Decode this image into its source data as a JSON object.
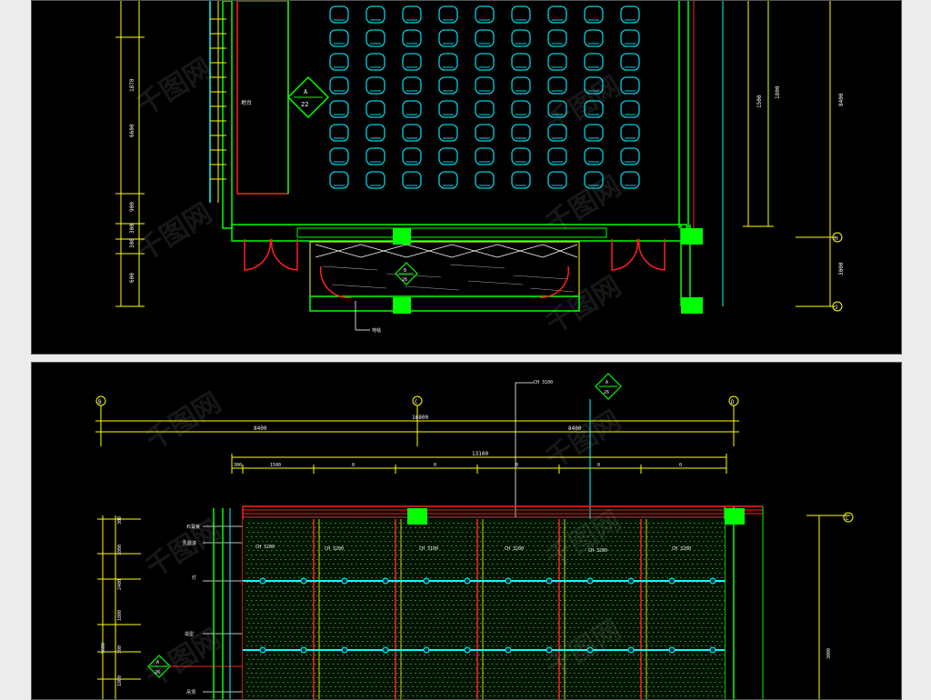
{
  "watermark": "千图网",
  "colors": {
    "background": "#000000",
    "wall": "#00ff00",
    "dimension": "#ffff00",
    "door": "#ff2020",
    "chair": "#00d0e0",
    "column": "#00ff00",
    "grid_line": "#00ffff"
  },
  "top_plan": {
    "symbol_left": {
      "top": "A",
      "bottom": "22"
    },
    "symbol_center": {
      "top": "B",
      "bottom": "26"
    },
    "grid_bubbles": [
      "H",
      "J"
    ],
    "room_note": "地台",
    "note_bottom": "地毯",
    "dims_left": [
      "1870",
      "6600",
      "900",
      "300",
      "300",
      "600"
    ],
    "dims_right": [
      "1500",
      "1800",
      "8400",
      "3000"
    ]
  },
  "bottom_plan": {
    "callout_top": "CH 3100",
    "symbol_top": {
      "top": "A",
      "bottom": "26"
    },
    "symbol_left": {
      "top": "A",
      "bottom": "26"
    },
    "grid_bubbles_top": [
      "B",
      "C",
      "D"
    ],
    "grid_bubble_right": "L",
    "overall_dim": "16800",
    "dims_row1": [
      "8400",
      "8400"
    ],
    "dims_row2_total": "13100",
    "dims_row2": [
      "300",
      "1500",
      "0",
      "0",
      "0",
      "0",
      "0"
    ],
    "ceiling_labels": [
      "CH 3200",
      "CH 3200",
      "CH 3100",
      "CH 3200",
      "CH 3200",
      "CH 3200"
    ],
    "left_notes": [
      "石膏板",
      "乳胶漆",
      "灯",
      "造型",
      "吊顶"
    ],
    "dims_left": [
      "300",
      "1800",
      "2400",
      "1800",
      "300",
      "1800",
      "9600"
    ],
    "dim_right": "3000"
  }
}
